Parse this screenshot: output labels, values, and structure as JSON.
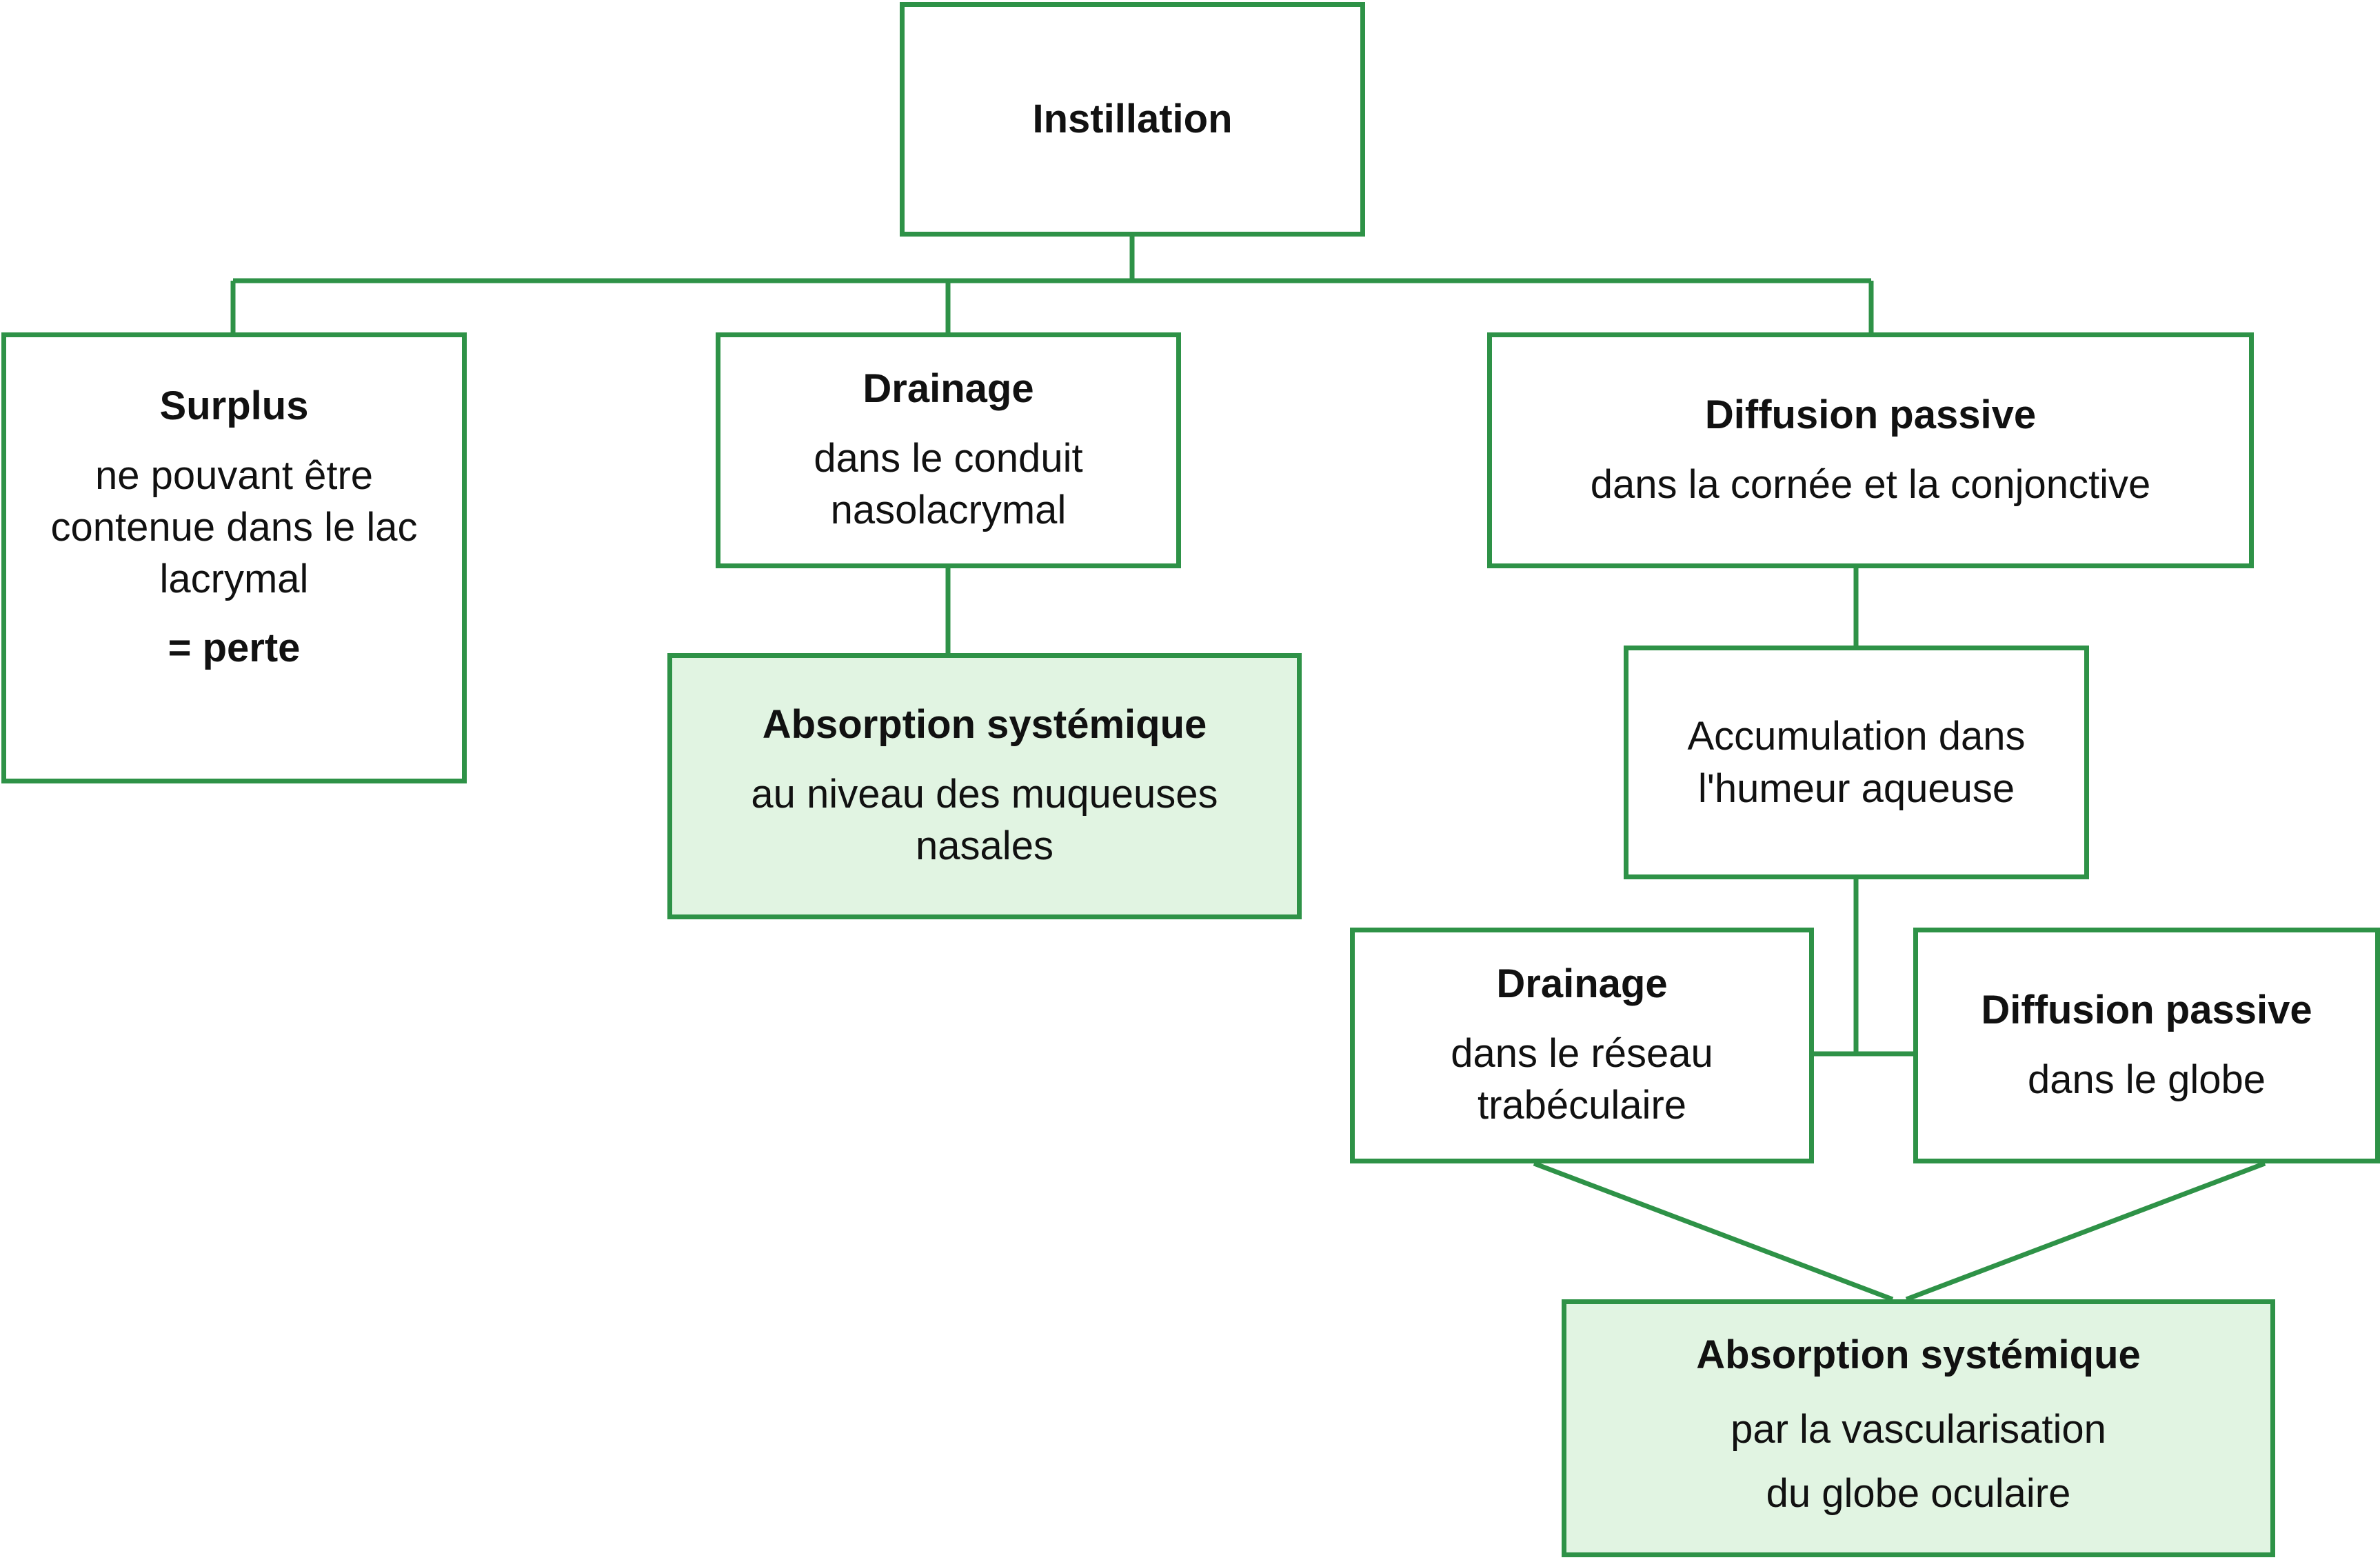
{
  "colors": {
    "border": "#2e9247",
    "fill_accent": "#e1f4e2",
    "text": "#111111"
  },
  "nodes": {
    "instillation": {
      "title": "Instillation"
    },
    "surplus": {
      "title": "Surplus",
      "body": "ne pouvant être\ncontenue dans le lac\nlacrymal",
      "footer": "= perte"
    },
    "drainage_nasal": {
      "title": "Drainage",
      "body": "dans le conduit\nnasolacrymal"
    },
    "absorption_nasal": {
      "title": "Absorption systémique",
      "body": "au niveau des muqueuses\nnasales"
    },
    "diffusion_cornea": {
      "title": "Diffusion passive",
      "body": "dans la cornée et la conjonctive"
    },
    "accumulation": {
      "body": "Accumulation dans\nl'humeur aqueuse"
    },
    "drainage_trabecular": {
      "title": "Drainage",
      "body": "dans le réseau\ntrabéculaire"
    },
    "diffusion_globe": {
      "title": "Diffusion passive",
      "body": "dans le globe"
    },
    "absorption_ocular": {
      "title": "Absorption systémique",
      "body": "par la vascularisation\ndu globe oculaire"
    }
  },
  "edges": [
    [
      "instillation",
      "surplus"
    ],
    [
      "instillation",
      "drainage_nasal"
    ],
    [
      "instillation",
      "diffusion_cornea"
    ],
    [
      "drainage_nasal",
      "absorption_nasal"
    ],
    [
      "diffusion_cornea",
      "accumulation"
    ],
    [
      "accumulation",
      "drainage_trabecular"
    ],
    [
      "accumulation",
      "diffusion_globe"
    ],
    [
      "drainage_trabecular",
      "absorption_ocular"
    ],
    [
      "diffusion_globe",
      "absorption_ocular"
    ]
  ]
}
